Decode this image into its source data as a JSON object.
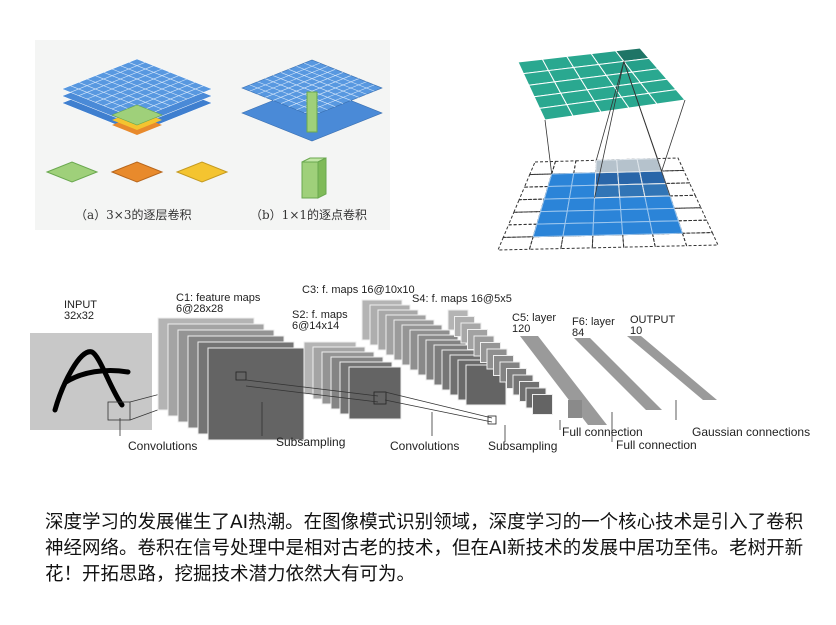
{
  "conv_panel": {
    "caption_a": "（a）3×3的逐层卷积",
    "caption_b": "（b）1×1的逐点卷积",
    "colors": {
      "blue": "#4a90d9",
      "green": "#9fd07a",
      "orange": "#e88a2c",
      "yellow": "#f4c430"
    }
  },
  "transposed_panel": {
    "colors": {
      "teal": "#2aa890",
      "blue": "#2b84d8",
      "gray": "#aebcc8"
    }
  },
  "lenet": {
    "input": {
      "title": "INPUT",
      "size": "32x32"
    },
    "c1": {
      "title": "C1: feature maps",
      "size": "6@28x28"
    },
    "s2": {
      "title": "S2: f. maps",
      "size": "6@14x14"
    },
    "c3": {
      "title": "C3: f. maps 16@10x10"
    },
    "s4": {
      "title": "S4: f. maps 16@5x5"
    },
    "c5": {
      "title": "C5: layer",
      "size": "120"
    },
    "f6": {
      "title": "F6: layer",
      "size": "84"
    },
    "output": {
      "title": "OUTPUT",
      "size": "10"
    },
    "ops": {
      "conv1": "Convolutions",
      "sub1": "Subsampling",
      "conv2": "Convolutions",
      "sub2": "Subsampling",
      "full1": "Full connection",
      "full2": "Full connection",
      "gauss": "Gaussian connections"
    }
  },
  "paragraph": "深度学习的发展催生了AI热潮。在图像模式识别领域，深度学习的一个核心技术是引入了卷积神经网络。卷积在信号处理中是相对古老的技术，但在AI新技术的发展中居功至伟。老树开新花！开拓思路，挖掘技术潜力依然大有可为。"
}
